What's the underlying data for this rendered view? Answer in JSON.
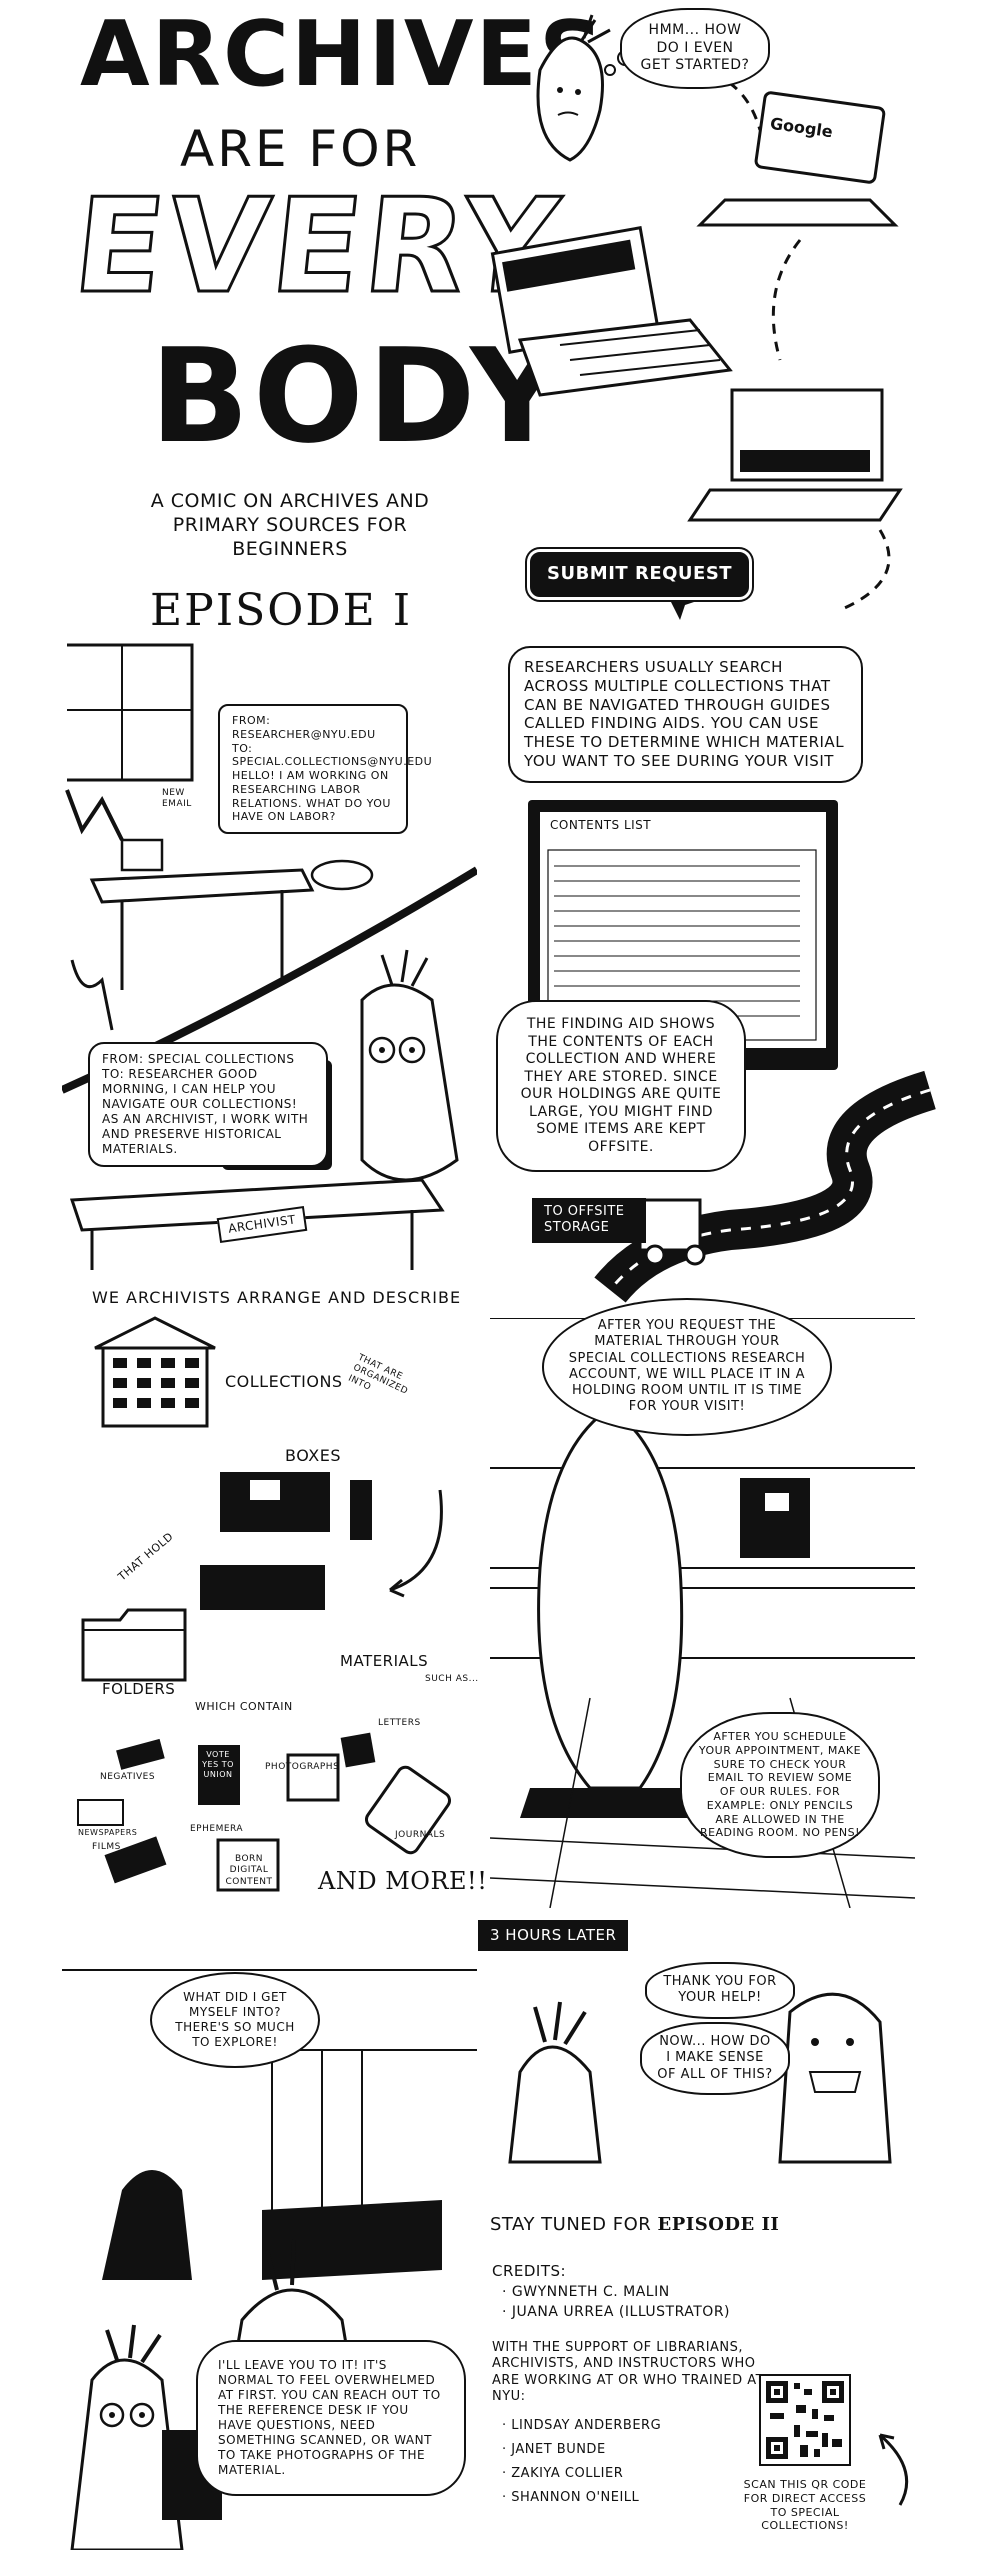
{
  "header": {
    "title_line1": "ARCHIVES",
    "title_line2": "ARE FOR",
    "title_line3": "EVERY",
    "title_line4": "BODY",
    "subtitle": "A COMIC ON ARCHIVES AND PRIMARY SOURCES FOR BEGINNERS",
    "episode": "EPISODE I"
  },
  "intro": {
    "thought": "HMM... HOW DO I EVEN GET STARTED?",
    "google_label": "Google",
    "submit_button": "SUBMIT REQUEST"
  },
  "panel_email": {
    "email_1": "FROM: RESEARCHER@NYU.EDU TO: SPECIAL.COLLECTIONS@NYU.EDU HELLO! I AM WORKING ON RESEARCHING LABOR RELATIONS. WHAT DO YOU HAVE ON LABOR?",
    "email_2": "FROM: SPECIAL COLLECTIONS TO: RESEARCHER GOOD MORNING, I CAN HELP YOU NAVIGATE OUR COLLECTIONS! AS AN ARCHIVIST, I WORK WITH AND PRESERVE HISTORICAL MATERIALS.",
    "nameplate": "ARCHIVIST",
    "new_email": "NEW EMAIL"
  },
  "panel_finding_aid": {
    "caption": "RESEARCHERS USUALLY SEARCH ACROSS MULTIPLE COLLECTIONS THAT CAN BE NAVIGATED THROUGH GUIDES CALLED FINDING AIDS. YOU CAN USE THESE TO DETERMINE WHICH MATERIAL YOU WANT TO SEE DURING YOUR VISIT",
    "screen_title": "CONTENTS LIST",
    "bubble": "THE FINDING AID SHOWS THE CONTENTS OF EACH COLLECTION AND WHERE THEY ARE STORED. SINCE OUR HOLDINGS ARE QUITE LARGE, YOU MIGHT FIND SOME ITEMS ARE KEPT OFFSITE.",
    "truck_label": "TO OFFSITE STORAGE"
  },
  "panel_arrange": {
    "heading": "WE ARCHIVISTS ARRANGE AND DESCRIBE",
    "collections": "COLLECTIONS",
    "organized": "THAT ARE ORGANIZED INTO",
    "boxes": "BOXES",
    "that_hold": "THAT HOLD",
    "folders": "FOLDERS",
    "which_contain": "WHICH CONTAIN",
    "materials": "MATERIALS",
    "such_as": "SUCH AS...",
    "negatives": "NEGATIVES",
    "photographs": "PHOTOGRAPHS",
    "letters": "LETTERS",
    "newspapers": "NEWSPAPERS",
    "ephemera": "EPHEMERA",
    "journals": "JOURNALS",
    "films": "FILMS",
    "born_digital": "BORN DIGITAL CONTENT",
    "vote": "VOTE YES TO UNION",
    "and_more": "AND MORE!!"
  },
  "panel_holding": {
    "bubble_top": "AFTER YOU REQUEST THE MATERIAL THROUGH YOUR SPECIAL COLLECTIONS RESEARCH ACCOUNT, WE WILL PLACE IT IN A HOLDING ROOM UNTIL IT IS TIME FOR YOUR VISIT!",
    "bubble_bottom": "AFTER YOU SCHEDULE YOUR APPOINTMENT, MAKE SURE TO CHECK YOUR EMAIL TO REVIEW SOME OF OUR RULES. FOR EXAMPLE: ONLY PENCILS ARE ALLOWED IN THE READING ROOM. NO PENS!",
    "time_tag": "3 HOURS LATER"
  },
  "panel_reading": {
    "thought": "WHAT DID I GET MYSELF INTO? THERE'S SO MUCH TO EXPLORE!",
    "speech": "I'LL LEAVE YOU TO IT! IT'S NORMAL TO FEEL OVERWHELMED AT FIRST. YOU CAN REACH OUT TO THE REFERENCE DESK IF YOU HAVE QUESTIONS, NEED SOMETHING SCANNED, OR WANT TO TAKE PHOTOGRAPHS OF THE MATERIAL."
  },
  "panel_end": {
    "thanks": "THANK YOU FOR YOUR HELP!",
    "now": "NOW... HOW DO I MAKE SENSE OF ALL OF THIS?",
    "stay_tuned": "STAY TUNED FOR",
    "episode_2": "EPISODE II",
    "credits_title": "CREDITS:",
    "credit_1": "· GWYNNETH C. MALIN",
    "credit_2": "· JUANA URREA (ILLUSTRATOR)",
    "support": "WITH THE SUPPORT OF LIBRARIANS, ARCHIVISTS, AND INSTRUCTORS WHO ARE WORKING AT OR WHO TRAINED AT NYU:",
    "support_1": "· LINDSAY ANDERBERG",
    "support_2": "· JANET BUNDE",
    "support_3": "· ZAKIYA COLLIER",
    "support_4": "· SHANNON O'NEILL",
    "qr_caption": "SCAN THIS QR CODE FOR DIRECT ACCESS TO SPECIAL COLLECTIONS!"
  }
}
